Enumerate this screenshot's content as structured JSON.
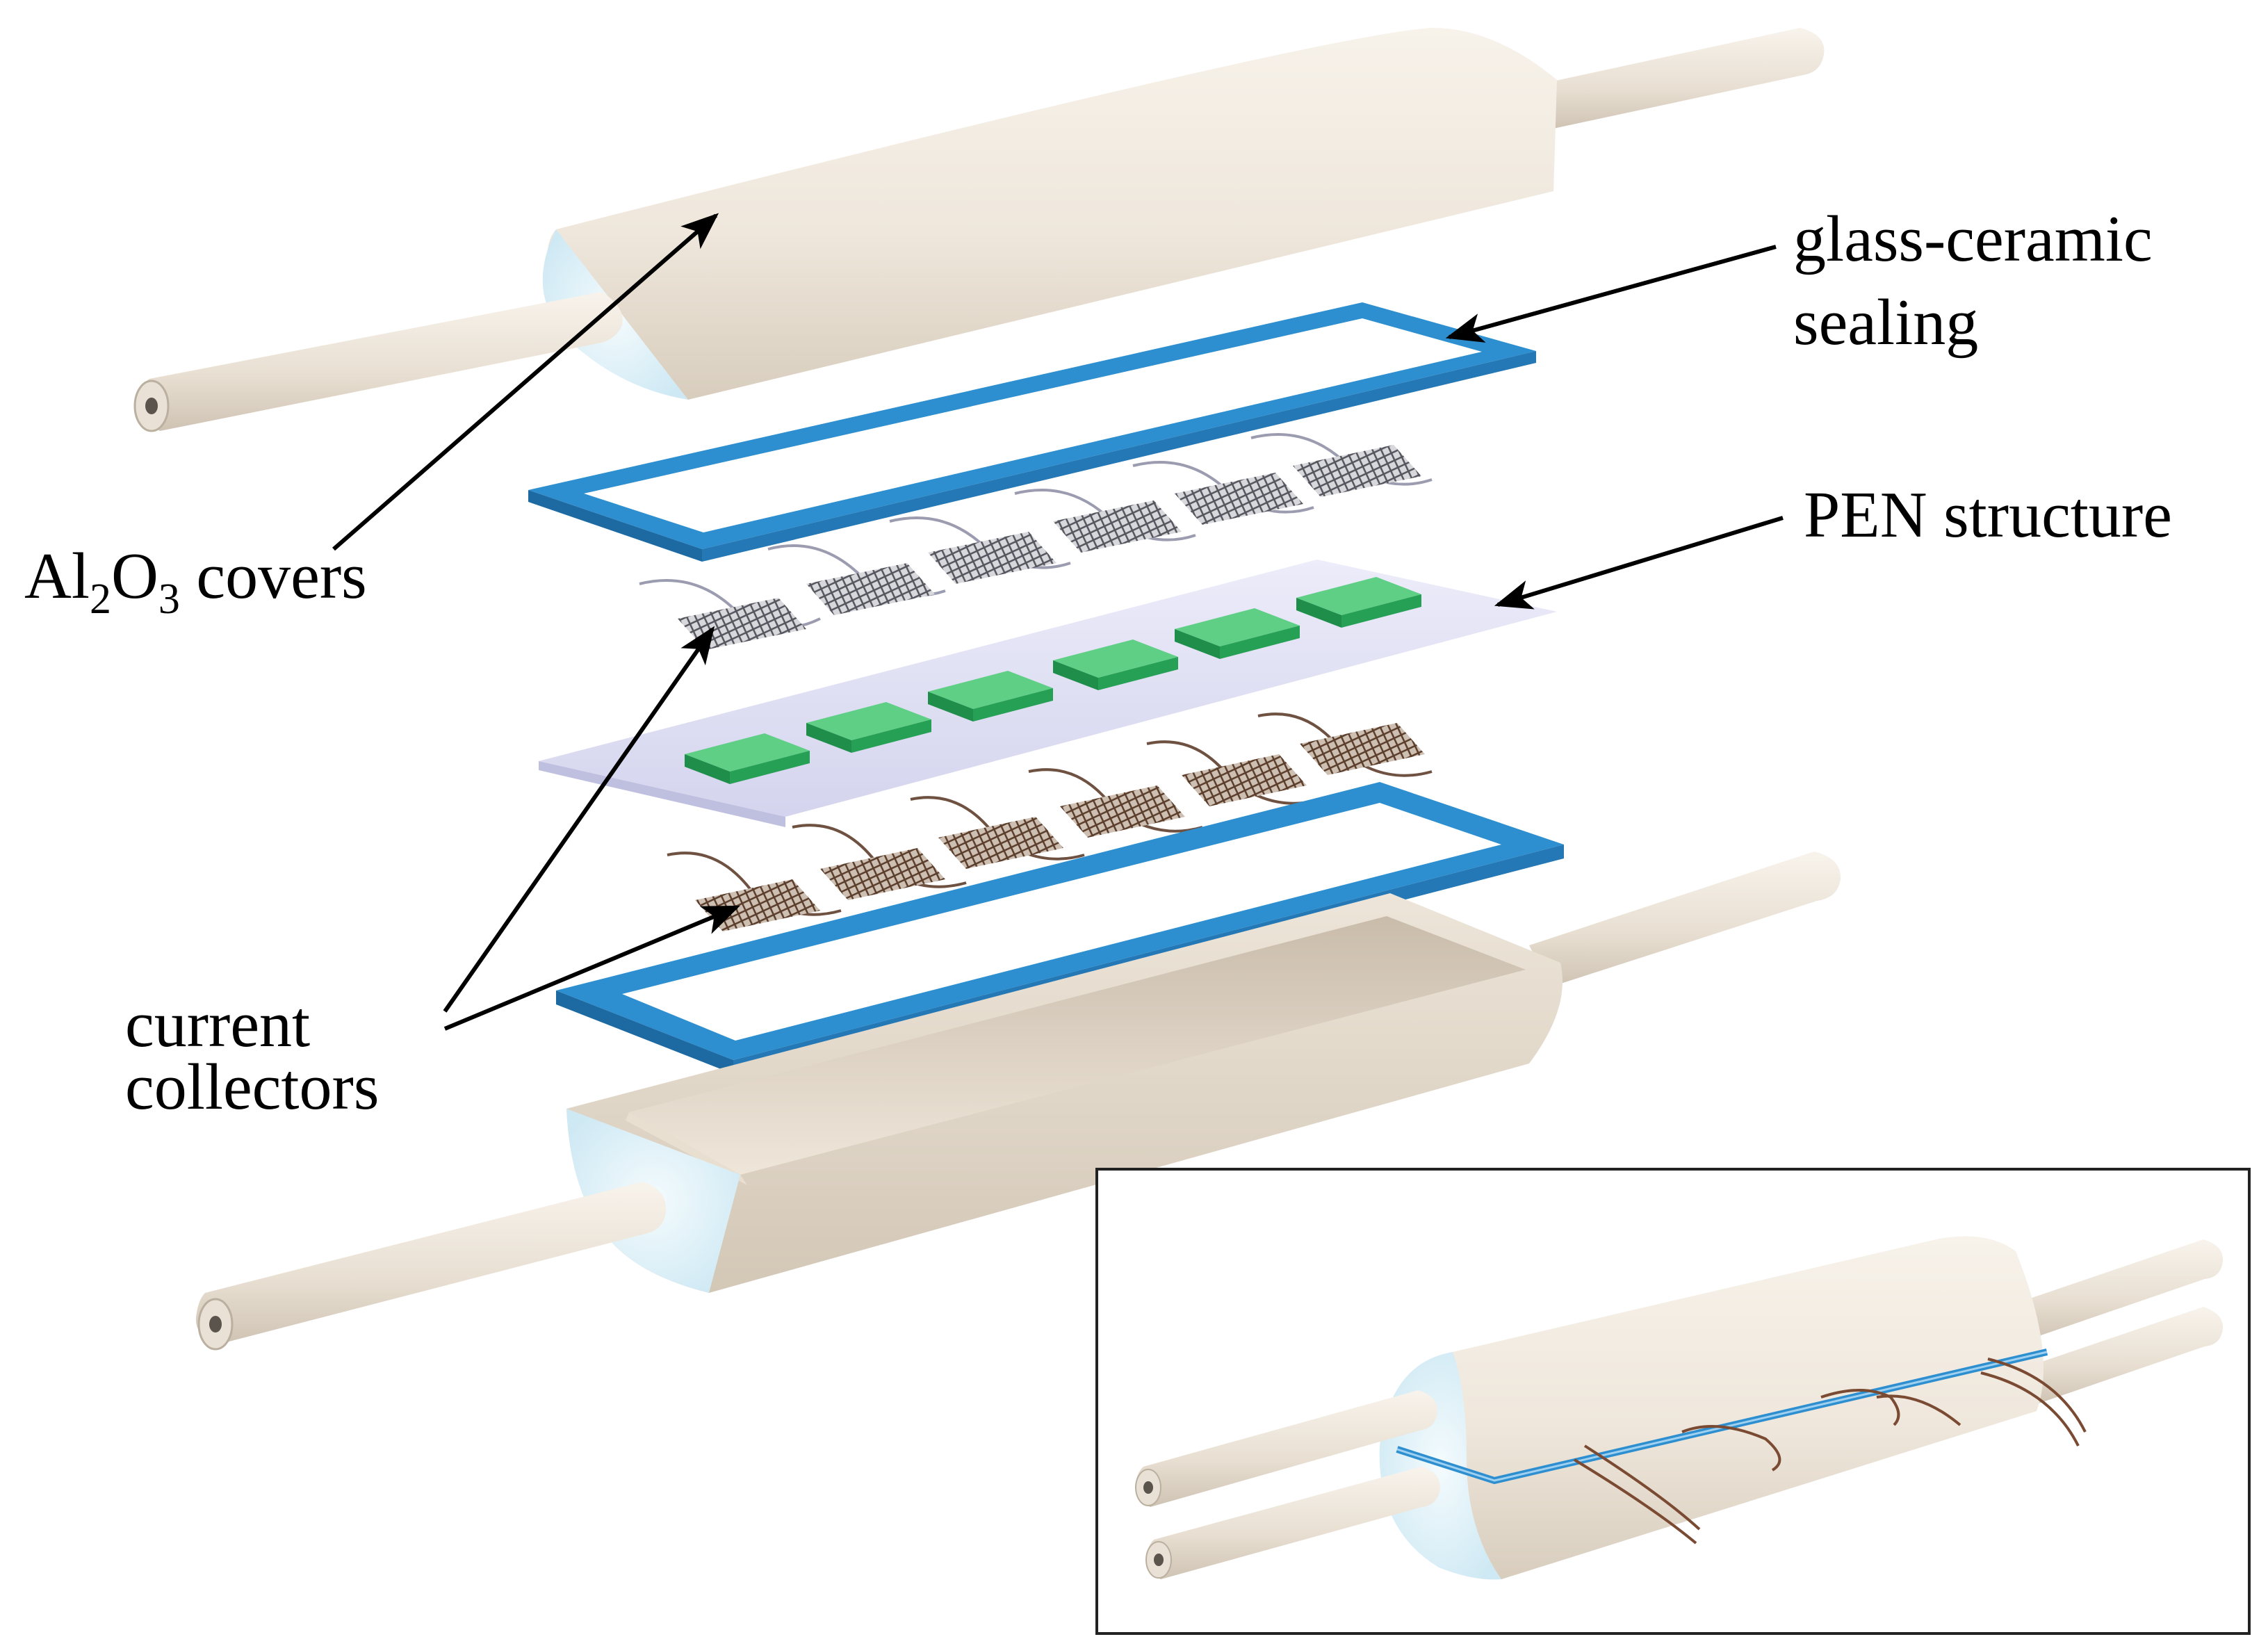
{
  "labels": {
    "covers": {
      "pre": "Al",
      "sub1": "2",
      "mid": "O",
      "sub2": "3",
      "post": " covers"
    },
    "sealing": {
      "line1": "glass-ceramic",
      "line2": "sealing"
    },
    "pen": "PEN structure",
    "collectors": {
      "line1": "current",
      "line2": "collectors"
    }
  },
  "colors": {
    "alumina": "#efe7dc",
    "alumina_shade": "#d9cfc1",
    "alumina_end": "#dff1f8",
    "seal_blue": "#2d8fd0",
    "pen_plate": "#e4e4f6",
    "pen_cell": "#2fae62",
    "mesh_grey": "#6c6c74",
    "mesh_brown": "#6a4a34"
  }
}
